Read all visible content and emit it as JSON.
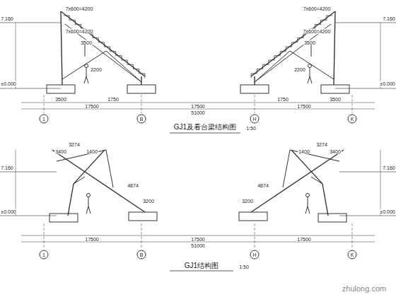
{
  "diagram": {
    "labels": [
      "7.160",
      "7x600=4200",
      "7x600=4200",
      "3500",
      "2200",
      "±0.000",
      "7.160",
      "7x600=4200",
      "7x600=4200",
      "3500",
      "2200",
      "±0.000",
      "3500",
      "1750",
      "1750",
      "3500",
      "17500",
      "17500",
      "17500",
      "51000",
      "1",
      "B",
      "H",
      "K",
      "GJ1及看台梁结构图",
      "1:50",
      "7.160",
      "±0.000",
      "3274",
      "3400",
      "1400",
      "4874",
      "3200",
      "7.160",
      "±0.000",
      "3274",
      "3400",
      "1400",
      "4874",
      "3200",
      "17500",
      "17500",
      "17500",
      "51000",
      "1",
      "B",
      "H",
      "K",
      "GJ1结构图",
      "1:50",
      "zhulong.com"
    ]
  }
}
